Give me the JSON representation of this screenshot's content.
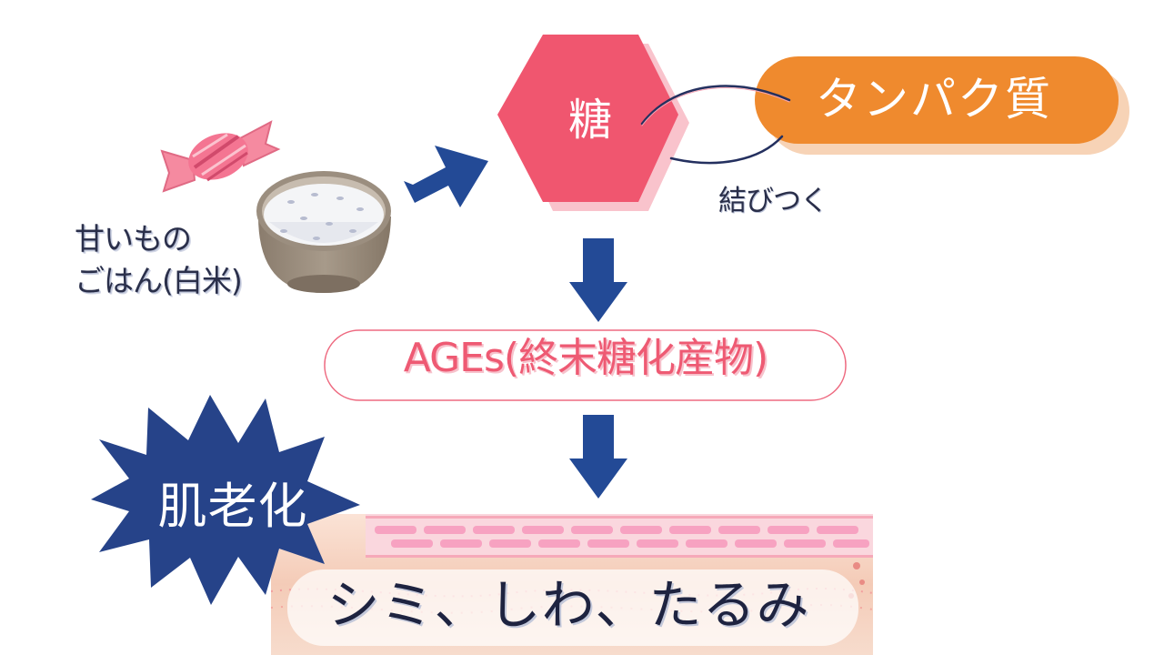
{
  "inputs": {
    "sweets_label": "甘いもの",
    "rice_label": "ごはん(白米)"
  },
  "sugar": {
    "label": "糖"
  },
  "protein": {
    "label": "タンパク質"
  },
  "bind_label": "結びつく",
  "ages": {
    "label": "AGEs(終末糖化産物)"
  },
  "aging": {
    "label": "肌老化"
  },
  "result": {
    "label": "シミ、しわ、たるみ"
  },
  "colors": {
    "arrow": "#234a96",
    "sugar_fill": "#f0566f",
    "sugar_shadow": "#f9c3cc",
    "protein_fill": "#ef8a2e",
    "protein_shadow": "#f7d3b6",
    "burst": "#264389",
    "ages_text": "#ee5a73",
    "skin": "#f6d4c3"
  },
  "icons": [
    "candy-icon",
    "rice-bowl-icon"
  ]
}
